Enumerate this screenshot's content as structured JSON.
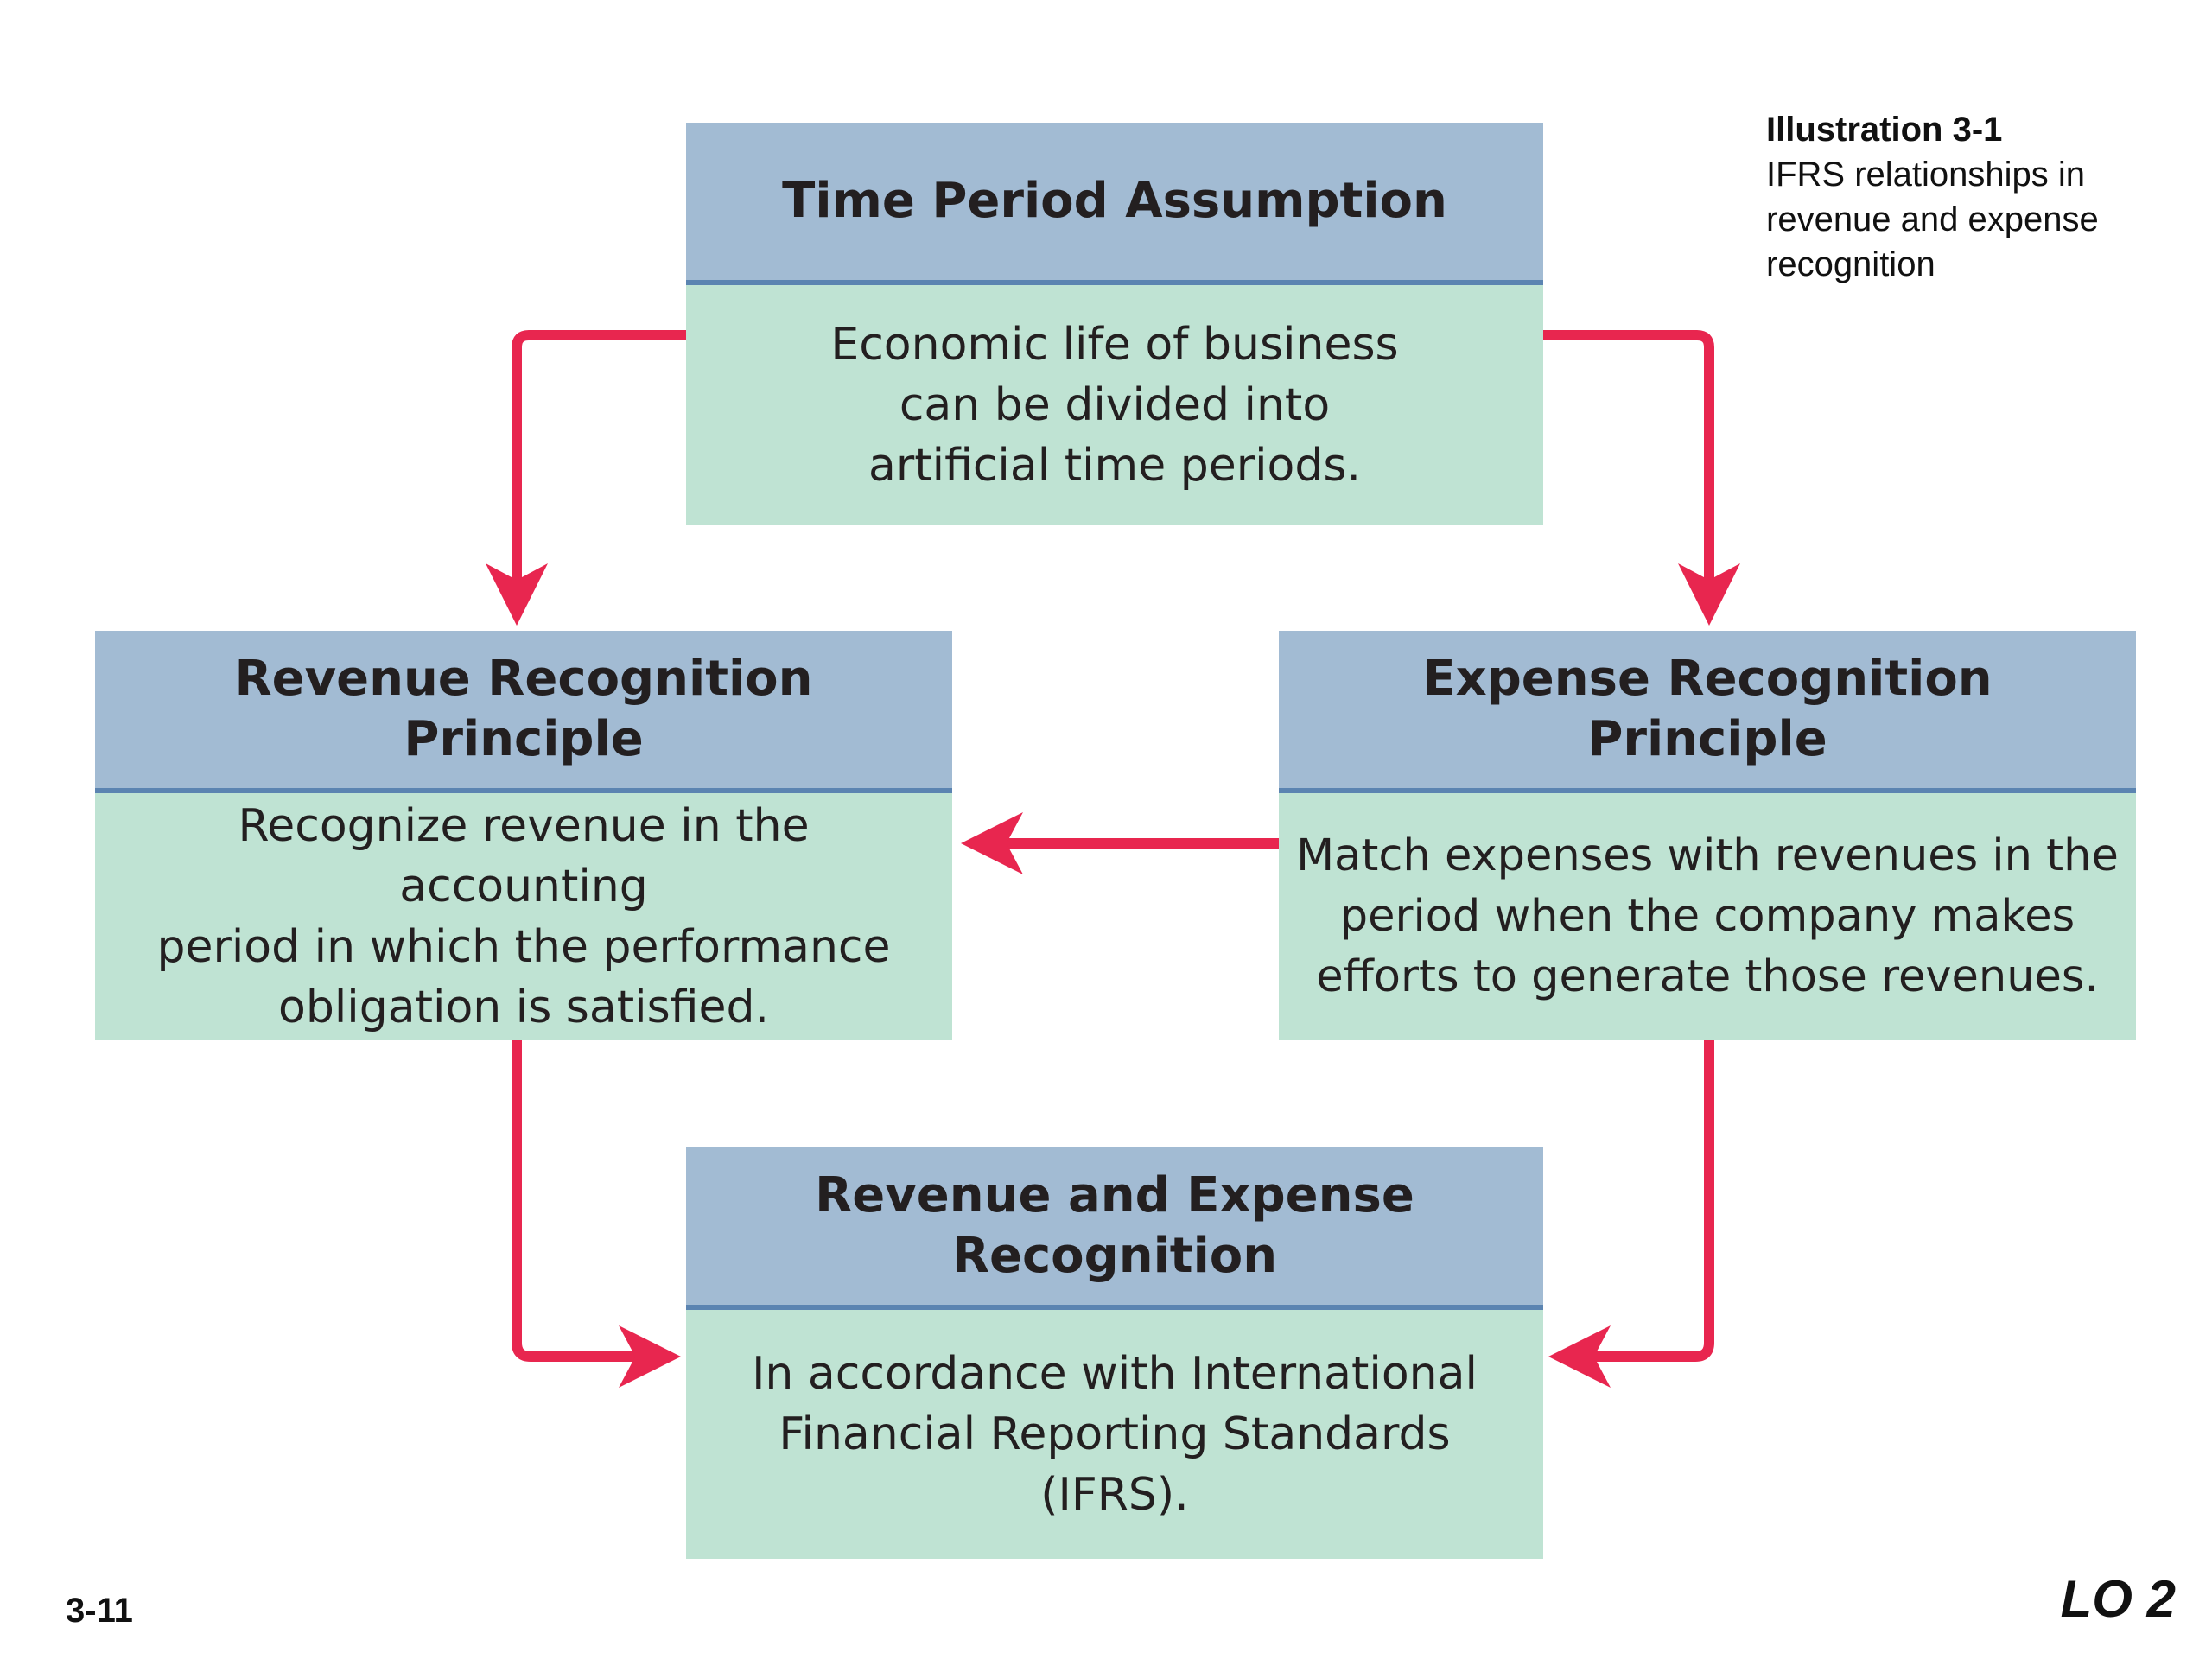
{
  "caption": {
    "title": "Illustration 3-1",
    "text": "IFRS relationships in revenue and expense recognition"
  },
  "boxes": {
    "top": {
      "heading": "Time Period Assumption",
      "body": "Economic life of business\ncan be divided into\nartificial time periods."
    },
    "left": {
      "heading": "Revenue Recognition\nPrinciple",
      "body": "Recognize revenue in the accounting\nperiod in which the performance\nobligation is satisfied."
    },
    "right": {
      "heading": "Expense Recognition Principle",
      "body": "Match expenses with revenues in the\nperiod when the company makes\nefforts to generate those revenues."
    },
    "bottom": {
      "heading": "Revenue and Expense\nRecognition",
      "body": "In accordance with International\nFinancial Reporting Standards\n(IFRS)."
    }
  },
  "colors": {
    "header_fill": "#a2bbd3",
    "header_rule": "#5b84b1",
    "body_fill": "#bfe3d3",
    "arrow": "#e8264f"
  },
  "footer": {
    "page_number": "3-11",
    "learning_objective": "LO 2"
  }
}
